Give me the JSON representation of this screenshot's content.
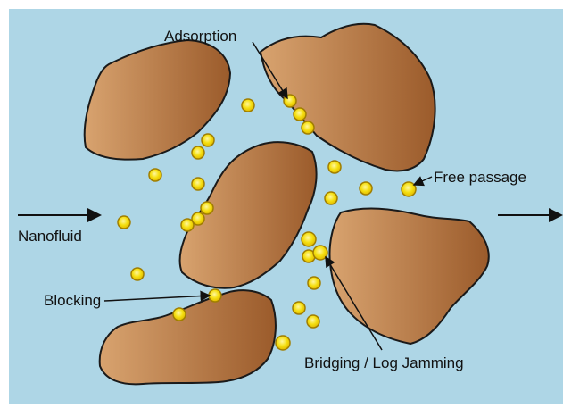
{
  "diagram": {
    "labels": {
      "adsorption": "Adsorption",
      "free_passage": "Free passage",
      "nanofluid": "Nanofluid",
      "blocking": "Blocking",
      "bridging": "Bridging / Log Jamming"
    },
    "colors": {
      "background": "#aed6e6",
      "rock_light": "#d49c68",
      "rock_dark": "#9a5a2a",
      "particle_fill": "#f7e600",
      "particle_ring": "#c7a300",
      "outline": "#1a1a1a"
    }
  }
}
